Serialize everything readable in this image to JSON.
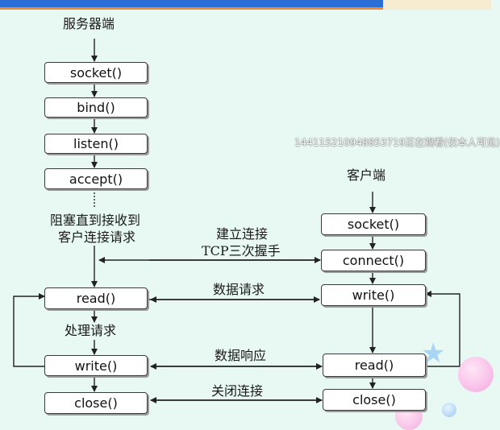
{
  "server": {
    "title": "服务器端",
    "socket": "socket()",
    "bind": "bind()",
    "listen": "listen()",
    "accept": "accept()",
    "block_line1": "阻塞直到接收到",
    "block_line2": "客户连接请求",
    "read": "read()",
    "process": "处理请求",
    "write": "write()",
    "close": "close()"
  },
  "client": {
    "title": "客户端",
    "socket": "socket()",
    "connect": "connect()",
    "write": "write()",
    "read": "read()",
    "close": "close()"
  },
  "links": {
    "connect_line1": "建立连接",
    "connect_line2": "TCP三次握手",
    "request": "数据请求",
    "response": "数据响应",
    "close": "关闭连接"
  },
  "watermark": "14411521094885371​9正在观看(仅本人可见)",
  "colors": {
    "top_blue": "#2b6fd6",
    "top_orange": "#f08c2e",
    "background": "#e8f8f2"
  }
}
